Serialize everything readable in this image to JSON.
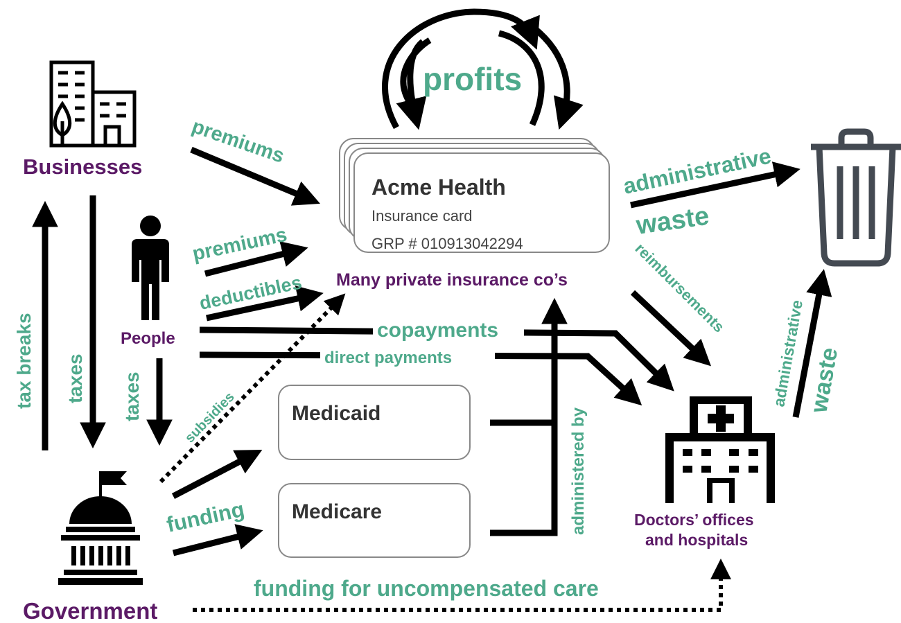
{
  "nodes": {
    "businesses": "Businesses",
    "people": "People",
    "government": "Government",
    "insurance": "Many private insurance co’s",
    "providers_line1": "Doctors’ offices",
    "providers_line2": "and hospitals"
  },
  "card": {
    "name": "Acme Health",
    "type": "Insurance card",
    "group": "GRP # 010913042294"
  },
  "programs": {
    "medicaid": "Medicaid",
    "medicare": "Medicare"
  },
  "flows": {
    "profits": "profits",
    "premiums_business": "premiums",
    "premiums_people": "premiums",
    "deductibles": "deductibles",
    "copayments": "copayments",
    "direct_payments": "direct payments",
    "administrative_top": "administrative",
    "waste_top": "waste",
    "reimbursements": "reimbursements",
    "administrative_right": "administrative",
    "waste_right": "waste",
    "tax_breaks": "tax breaks",
    "taxes_business": "taxes",
    "taxes_people": "taxes",
    "subsidies": "subsidies",
    "funding": "funding",
    "administered_by": "administered by",
    "uncompensated_care": "funding for uncompensated care"
  },
  "colors": {
    "node_label": "#5b1a66",
    "flow_label": "#4ea98b",
    "box_border": "#888888"
  },
  "icons": [
    "office-buildings-icon",
    "person-icon",
    "capitol-building-icon",
    "hospital-icon",
    "trash-can-icon"
  ]
}
